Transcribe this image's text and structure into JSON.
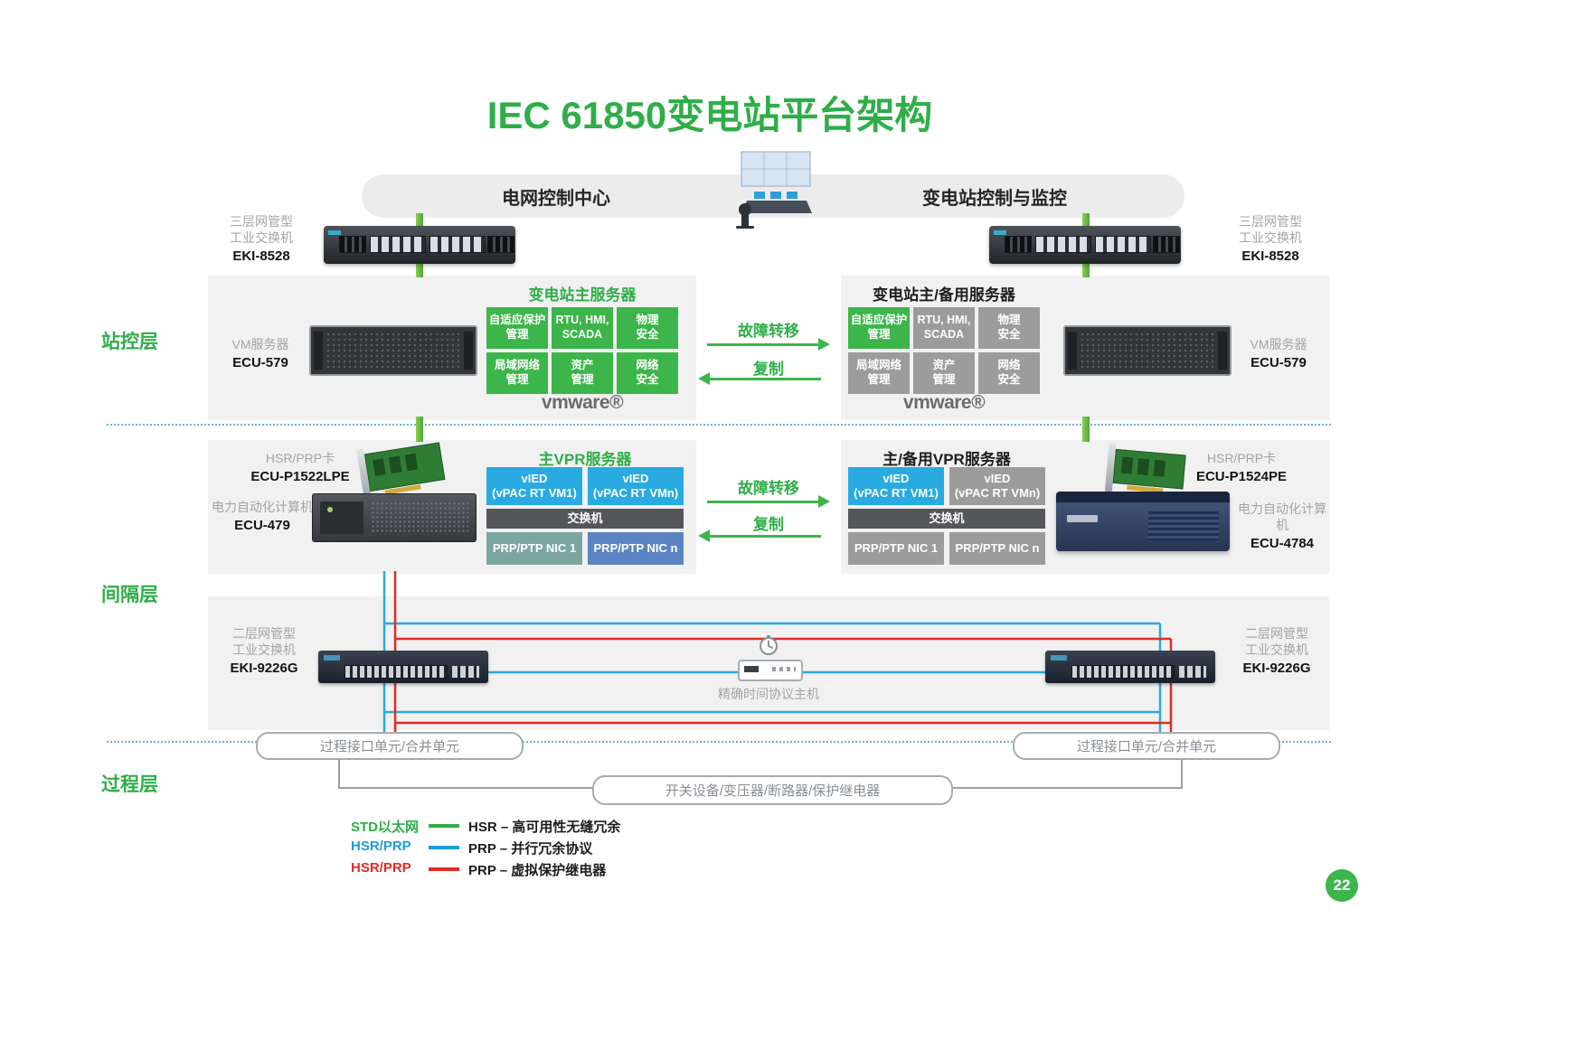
{
  "title": "IEC 61850变电站平台架构",
  "page_number": "22",
  "colors": {
    "green": "#3cb54a",
    "blue": "#29aae1",
    "red": "#e02b26",
    "panel_gray": "#f1f1f2",
    "box_gray": "#9c9c9c",
    "dark_bar": "#54565a",
    "teal": "#7ba6a0",
    "steel_blue": "#5b84c4"
  },
  "banner": {
    "left": "电网控制中心",
    "right": "变电站控制与监控"
  },
  "layers": {
    "station": "站控层",
    "bay": "间隔层",
    "process": "过程层"
  },
  "devices": {
    "l3_switch_left": {
      "line1": "三层网管型",
      "line2": "工业交换机",
      "model": "EKI-8528"
    },
    "l3_switch_right": {
      "line1": "三层网管型",
      "line2": "工业交换机",
      "model": "EKI-8528"
    },
    "vm_server_left": {
      "line1": "VM服务器",
      "model": "ECU-579"
    },
    "vm_server_right": {
      "line1": "VM服务器",
      "model": "ECU-579"
    },
    "hsr_card_left": {
      "line1": "HSR/PRP卡",
      "model": "ECU-P1522LPE"
    },
    "hsr_card_right": {
      "line1": "HSR/PRP卡",
      "model": "ECU-P1524PE"
    },
    "power_pc_left": {
      "line1": "电力自动化计算机",
      "model": "ECU-479"
    },
    "power_pc_right": {
      "line1": "电力自动化计算机",
      "model": "ECU-4784"
    },
    "l2_switch_left": {
      "line1": "二层网管型",
      "line2": "工业交换机",
      "model": "EKI-9226G"
    },
    "l2_switch_right": {
      "line1": "二层网管型",
      "line2": "工业交换机",
      "model": "EKI-9226G"
    },
    "ptp_host": {
      "label": "精确时间协议主机"
    }
  },
  "station": {
    "primary": {
      "title": "变电站主服务器",
      "cells": [
        "自适应保护\n管理",
        "RTU, HMI,\nSCADA",
        "物理\n安全",
        "局域网络\n管理",
        "资产\n管理",
        "网络\n安全"
      ],
      "logo": "vmware®"
    },
    "standby": {
      "title": "变电站主/备用服务器",
      "cells": [
        "自适应保护\n管理",
        "RTU, HMI,\nSCADA",
        "物理\n安全",
        "局域网络\n管理",
        "资产\n管理",
        "网络\n安全"
      ],
      "logo": "vmware®"
    }
  },
  "vpr": {
    "primary": {
      "title": "主VPR服务器",
      "vied1": "vIED\n(vPAC RT VM1)",
      "vied2": "vIED\n(vPAC RT VMn)",
      "switch": "交换机",
      "nic1": "PRP/PTP NIC 1",
      "nic2": "PRP/PTP NIC n"
    },
    "standby": {
      "title": "主/备用VPR服务器",
      "vied1": "vIED\n(vPAC RT VM1)",
      "vied2": "vIED\n(vPAC RT VMn)",
      "switch": "交换机",
      "nic1": "PRP/PTP NIC 1",
      "nic2": "PRP/PTP NIC n"
    }
  },
  "arrows": {
    "failover": "故障转移",
    "replicate": "复制"
  },
  "process": {
    "left_pill": "过程接口单元/合并单元",
    "right_pill": "过程接口单元/合并单元",
    "bottom_pill": "开关设备/变压器/断路器/保护继电器"
  },
  "legend": [
    {
      "term": "STD以太网",
      "line_color": "#2fae49",
      "desc": "HSR – 高可用性无缝冗余"
    },
    {
      "term": "HSR/PRP",
      "line_color": "#1f9cd8",
      "desc": "PRP – 并行冗余协议"
    },
    {
      "term": "HSR/PRP",
      "line_color": "#e02b26",
      "desc": "PRP – 虚拟保护继电器"
    }
  ]
}
